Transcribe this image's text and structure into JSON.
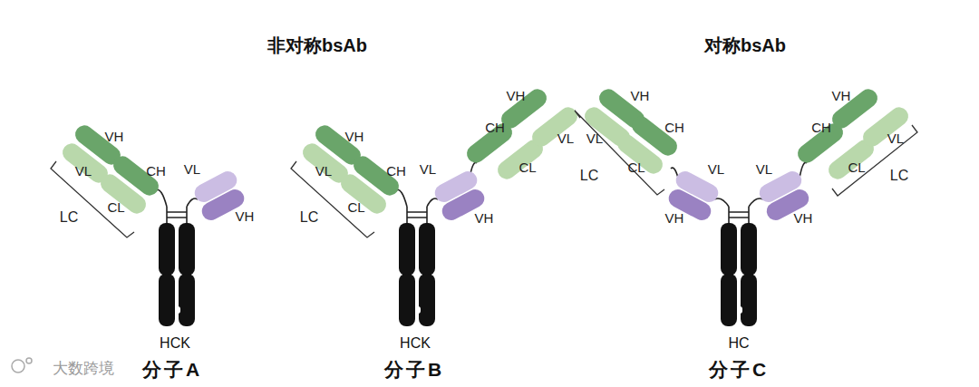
{
  "diagram": {
    "labels": [
      "非对称bsAb",
      "对称bsAb",
      "VH",
      "VL",
      "CH",
      "CL",
      "LC",
      "VL",
      "VH",
      "HCK",
      "分子A",
      "VH",
      "VL",
      "CH",
      "CL",
      "LC",
      "VL",
      "VH",
      "VH",
      "CH",
      "VL",
      "CL",
      "HCK",
      "分子B",
      "VH",
      "VL",
      "CH",
      "CL",
      "LC",
      "VL",
      "VH",
      "VL",
      "VH",
      "VH",
      "CH",
      "VL",
      "CL",
      "LC",
      "HC",
      "分子C",
      "大数跨境"
    ]
  }
}
